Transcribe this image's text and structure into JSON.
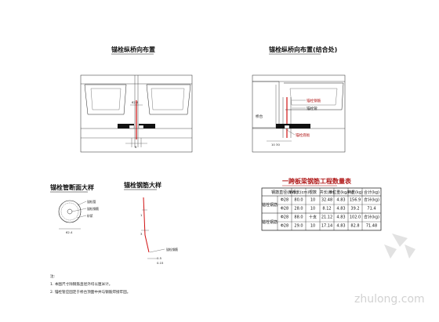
{
  "titles": {
    "plan_left": "锚栓纵桥向布置",
    "plan_right": "锚栓纵桥向布置(结合处)",
    "anchor_tube": "锚栓管断面大样",
    "anchor_bar": "锚栓钢筋大样"
  },
  "left_view": {
    "dim_top": "62.4",
    "dim_bot": "6"
  },
  "right_view": {
    "label_main": "锚栓钢筋",
    "label_sub": "锚栓管",
    "label_bottom": "锚栓底板",
    "label_left": "桥台",
    "dim_bot": "10 30"
  },
  "tube": {
    "labels": [
      "锚栓管",
      "锚栓钢筋",
      "砂浆"
    ],
    "dim": "62.4"
  },
  "bar": {
    "dim_a": "0.5",
    "dim_b": "0.15",
    "label": "锚栓钢筋"
  },
  "table": {
    "title": "一跨板梁钢筋工程数量表",
    "headers": [
      "钢筋直径(mm)",
      "单根长(cm)",
      "根数",
      "共长(m)",
      "单位重(kg/m)",
      "共重(kg)",
      "合计(kg)"
    ],
    "groups": [
      {
        "name": "锚栓钢筋",
        "rows": [
          [
            "Φ28",
            "80.0",
            "10",
            "32.48",
            "4.83",
            "156.9",
            "合计(kg)"
          ],
          [
            "Φ28",
            "28.0",
            "10",
            "8.12",
            "4.83",
            "39.2",
            "71.4"
          ]
        ]
      },
      {
        "name": "锚栓钢筋",
        "rows": [
          [
            "Φ28",
            "88.0",
            "十支",
            "21.12",
            "4.83",
            "102.0",
            "合计(kg)"
          ],
          [
            "Φ28",
            "29.0",
            "10",
            "17.14",
            "4.83",
            "82.8",
            "71.48"
          ]
        ]
      }
    ]
  },
  "notes": {
    "heading": "注:",
    "items": [
      "1. 本图尺寸除钢筋直径外均以厘米计。",
      "2. 锚栓管应固定于桥台顶面中并与钢筋焊接牢固。"
    ]
  },
  "watermark": "zhulong.com",
  "colors": {
    "title_red": "#b01818",
    "concrete": "#111111",
    "ink": "#222222",
    "highlight": "#d01010"
  }
}
